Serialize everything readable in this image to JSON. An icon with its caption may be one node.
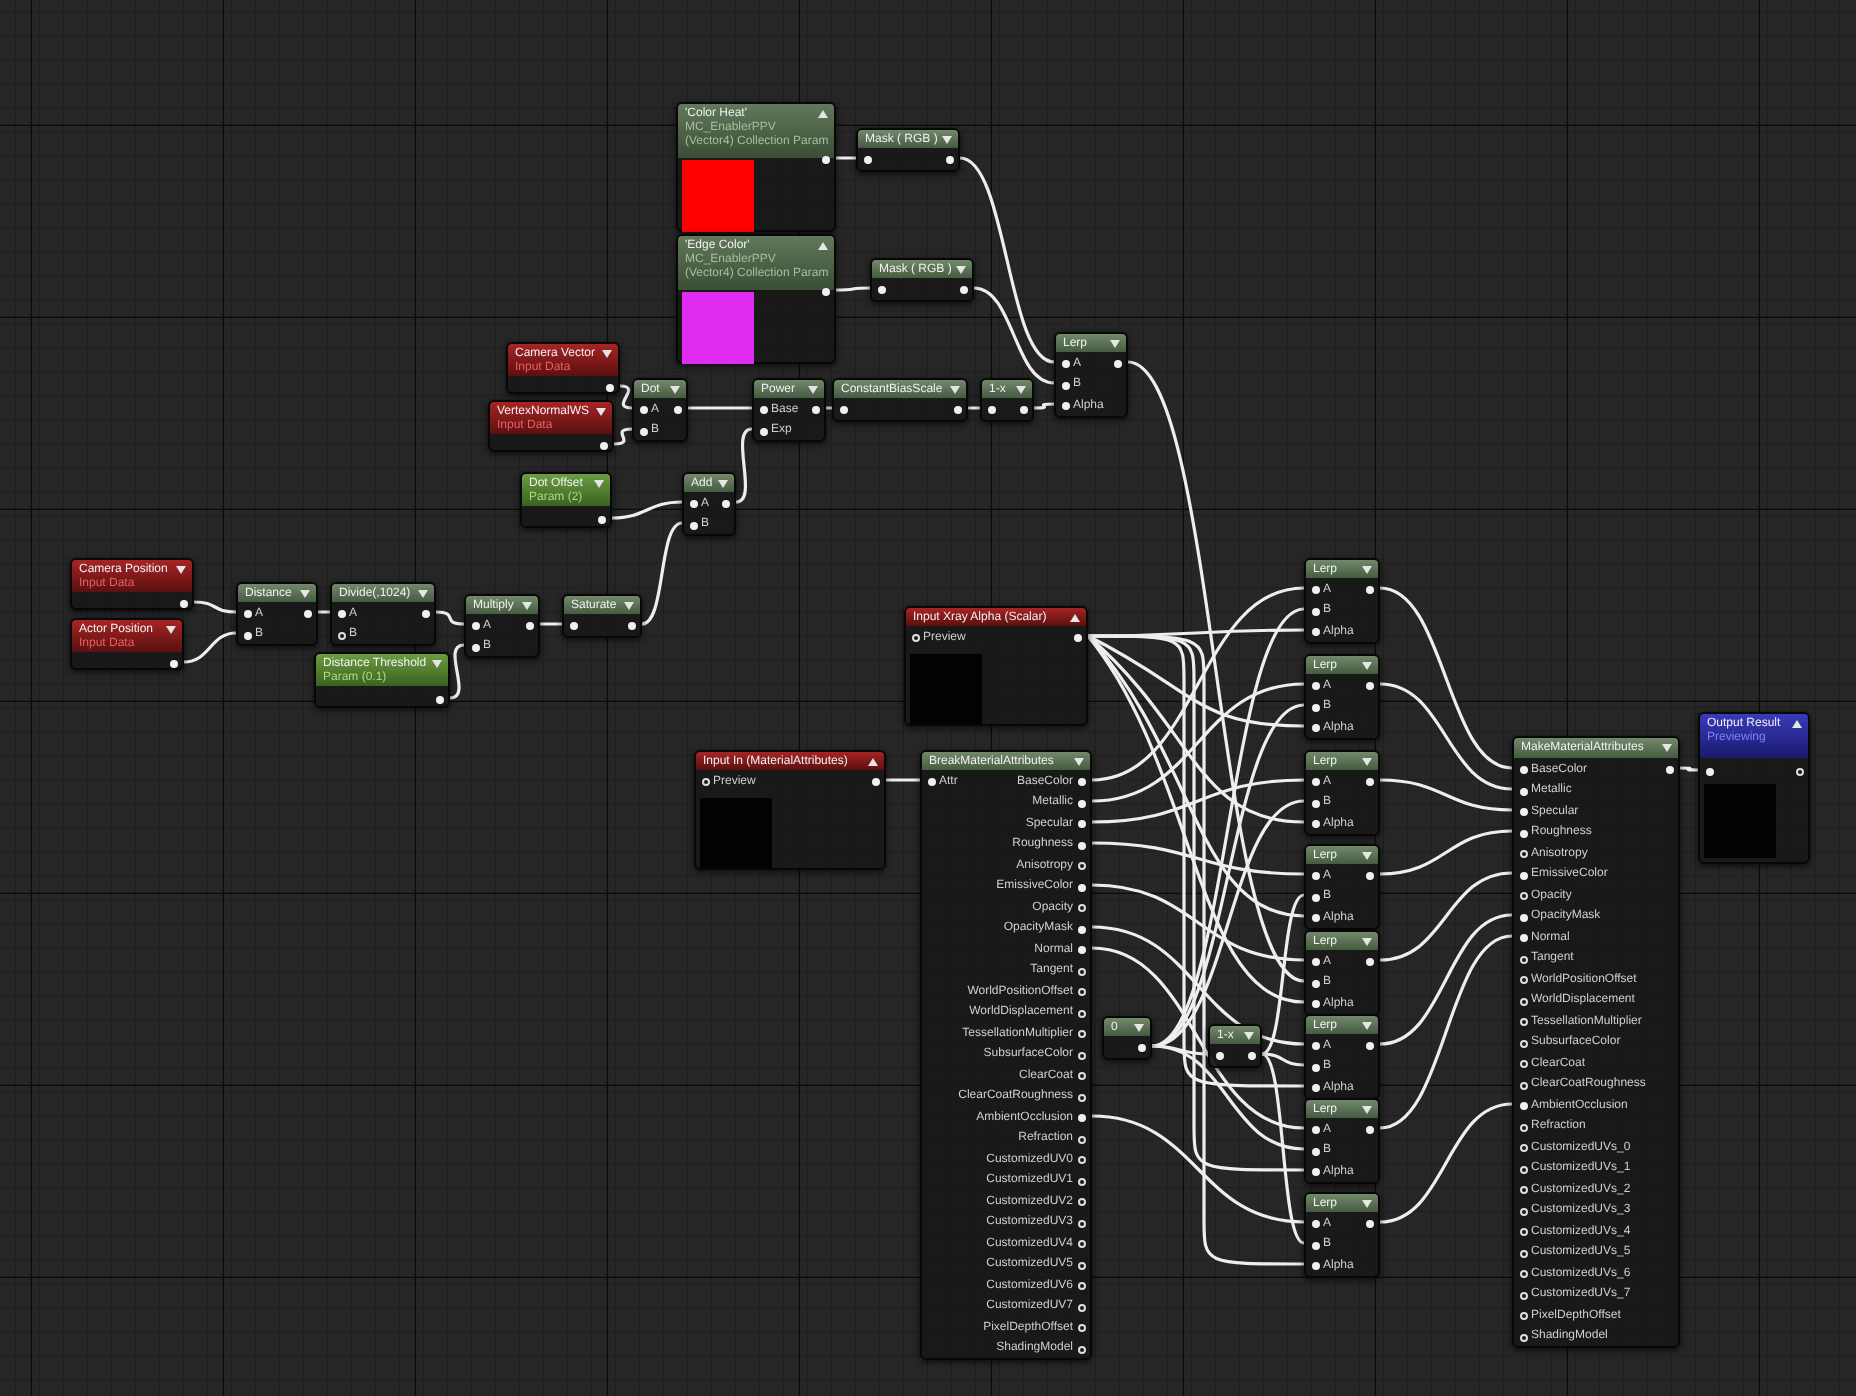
{
  "diagram": {
    "nodes": [
      {
        "text": [
          "'Color Heat'",
          "MC_EnablerPPV",
          "(Vector4) Collection Param"
        ]
      },
      {
        "text": [
          "'Edge Color'",
          "MC_EnablerPPV",
          "(Vector4) Collection Param"
        ]
      },
      {
        "text": [
          "Mask ( RGB )"
        ]
      },
      {
        "text": [
          "Mask ( RGB )"
        ]
      },
      {
        "text": [
          "Camera Vector",
          "Input Data"
        ]
      },
      {
        "text": [
          "VertexNormalWS",
          "Input Data"
        ]
      },
      {
        "text": [
          "Dot",
          "A",
          "B"
        ]
      },
      {
        "text": [
          "Power",
          "Base",
          "Exp"
        ]
      },
      {
        "text": [
          "ConstantBiasScale"
        ]
      },
      {
        "text": [
          "1-x"
        ]
      },
      {
        "text": [
          "Lerp",
          "A",
          "B",
          "Alpha"
        ]
      },
      {
        "text": [
          "Dot Offset",
          "Param (2)"
        ]
      },
      {
        "text": [
          "Add",
          "A",
          "B"
        ]
      },
      {
        "text": [
          "Camera Position",
          "Input Data"
        ]
      },
      {
        "text": [
          "Actor Position",
          "Input Data"
        ]
      },
      {
        "text": [
          "Distance",
          "A",
          "B"
        ]
      },
      {
        "text": [
          "Divide(,1024)",
          "A",
          "B"
        ]
      },
      {
        "text": [
          "Multiply",
          "A",
          "B"
        ]
      },
      {
        "text": [
          "Distance Threshold",
          "Param (0.1)"
        ]
      },
      {
        "text": [
          "Saturate"
        ]
      },
      {
        "text": [
          "Input Xray Alpha (Scalar)",
          "Preview"
        ]
      },
      {
        "text": [
          "Input In (MaterialAttributes)",
          "Preview"
        ]
      },
      {
        "text": [
          "BreakMaterialAttributes",
          "Attr",
          "BaseColor",
          "Metallic",
          "Specular",
          "Roughness",
          "Anisotropy",
          "EmissiveColor",
          "Opacity",
          "OpacityMask",
          "Normal",
          "Tangent",
          "WorldPositionOffset",
          "WorldDisplacement",
          "TessellationMultiplier",
          "SubsurfaceColor",
          "ClearCoat",
          "ClearCoatRoughness",
          "AmbientOcclusion",
          "Refraction",
          "CustomizedUV0",
          "CustomizedUV1",
          "CustomizedUV2",
          "CustomizedUV3",
          "CustomizedUV4",
          "CustomizedUV5",
          "CustomizedUV6",
          "CustomizedUV7",
          "PixelDepthOffset",
          "ShadingModel"
        ]
      },
      {
        "text": [
          "0"
        ]
      },
      {
        "text": [
          "1-x"
        ]
      },
      {
        "text": [
          "Lerp",
          "A",
          "B",
          "Alpha"
        ]
      },
      {
        "text": [
          "Lerp",
          "A",
          "B",
          "Alpha"
        ]
      },
      {
        "text": [
          "Lerp",
          "A",
          "B",
          "Alpha"
        ]
      },
      {
        "text": [
          "Lerp",
          "A",
          "B",
          "Alpha"
        ]
      },
      {
        "text": [
          "Lerp",
          "A",
          "B",
          "Alpha"
        ]
      },
      {
        "text": [
          "Lerp",
          "A",
          "B",
          "Alpha"
        ]
      },
      {
        "text": [
          "Lerp",
          "A",
          "B",
          "Alpha"
        ]
      },
      {
        "text": [
          "Lerp",
          "A",
          "B",
          "Alpha"
        ]
      },
      {
        "text": [
          "MakeMaterialAttributes",
          "BaseColor",
          "Metallic",
          "Specular",
          "Roughness",
          "Anisotropy",
          "EmissiveColor",
          "Opacity",
          "OpacityMask",
          "Normal",
          "Tangent",
          "WorldPositionOffset",
          "WorldDisplacement",
          "TessellationMultiplier",
          "SubsurfaceColor",
          "ClearCoat",
          "ClearCoatRoughness",
          "AmbientOcclusion",
          "Refraction",
          "CustomizedUVs_0",
          "CustomizedUVs_1",
          "CustomizedUVs_2",
          "CustomizedUVs_3",
          "CustomizedUVs_4",
          "CustomizedUVs_5",
          "CustomizedUVs_6",
          "CustomizedUVs_7",
          "PixelDepthOffset",
          "ShadingModel"
        ]
      },
      {
        "text": [
          "Output Result",
          "Previewing"
        ]
      }
    ],
    "edges": [
      {
        "from": 0,
        "to": 2,
        "arrow": "none"
      },
      {
        "from": 1,
        "to": 3,
        "arrow": "none"
      },
      {
        "from": 2,
        "to": 10,
        "arrow": "none"
      },
      {
        "from": 3,
        "to": 10,
        "arrow": "none"
      },
      {
        "from": 4,
        "to": 6,
        "arrow": "none"
      },
      {
        "from": 5,
        "to": 6,
        "arrow": "none"
      },
      {
        "from": 6,
        "to": 7,
        "arrow": "none"
      },
      {
        "from": 7,
        "to": 8,
        "arrow": "none"
      },
      {
        "from": 8,
        "to": 9,
        "arrow": "none"
      },
      {
        "from": 9,
        "to": 10,
        "arrow": "none"
      },
      {
        "from": 11,
        "to": 12,
        "arrow": "none"
      },
      {
        "from": 19,
        "to": 12,
        "arrow": "none"
      },
      {
        "from": 12,
        "to": 7,
        "arrow": "none"
      },
      {
        "from": 13,
        "to": 15,
        "arrow": "none"
      },
      {
        "from": 14,
        "to": 15,
        "arrow": "none"
      },
      {
        "from": 15,
        "to": 16,
        "arrow": "none"
      },
      {
        "from": 16,
        "to": 17,
        "arrow": "none"
      },
      {
        "from": 18,
        "to": 17,
        "arrow": "none"
      },
      {
        "from": 17,
        "to": 19,
        "arrow": "none"
      },
      {
        "from": 21,
        "to": 22,
        "arrow": "none"
      },
      {
        "from": 23,
        "to": 24,
        "arrow": "none"
      },
      {
        "from": 22,
        "to": 25,
        "arrow": "none"
      },
      {
        "from": 22,
        "to": 26,
        "arrow": "none"
      },
      {
        "from": 22,
        "to": 27,
        "arrow": "none"
      },
      {
        "from": 22,
        "to": 28,
        "arrow": "none"
      },
      {
        "from": 22,
        "to": 29,
        "arrow": "none"
      },
      {
        "from": 22,
        "to": 30,
        "arrow": "none"
      },
      {
        "from": 22,
        "to": 31,
        "arrow": "none"
      },
      {
        "from": 22,
        "to": 32,
        "arrow": "none"
      },
      {
        "from": 20,
        "to": 25,
        "arrow": "none"
      },
      {
        "from": 20,
        "to": 26,
        "arrow": "none"
      },
      {
        "from": 20,
        "to": 27,
        "arrow": "none"
      },
      {
        "from": 20,
        "to": 28,
        "arrow": "none"
      },
      {
        "from": 20,
        "to": 29,
        "arrow": "none"
      },
      {
        "from": 20,
        "to": 30,
        "arrow": "none"
      },
      {
        "from": 20,
        "to": 31,
        "arrow": "none"
      },
      {
        "from": 20,
        "to": 32,
        "arrow": "none"
      },
      {
        "from": 23,
        "to": 25,
        "arrow": "none"
      },
      {
        "from": 23,
        "to": 26,
        "arrow": "none"
      },
      {
        "from": 23,
        "to": 27,
        "arrow": "none"
      },
      {
        "from": 24,
        "to": 28,
        "arrow": "none"
      },
      {
        "from": 10,
        "to": 29,
        "arrow": "none"
      },
      {
        "from": 24,
        "to": 30,
        "arrow": "none"
      },
      {
        "from": 23,
        "to": 31,
        "arrow": "none"
      },
      {
        "from": 24,
        "to": 32,
        "arrow": "none"
      },
      {
        "from": 25,
        "to": 33,
        "arrow": "none"
      },
      {
        "from": 26,
        "to": 33,
        "arrow": "none"
      },
      {
        "from": 27,
        "to": 33,
        "arrow": "none"
      },
      {
        "from": 28,
        "to": 33,
        "arrow": "none"
      },
      {
        "from": 29,
        "to": 33,
        "arrow": "none"
      },
      {
        "from": 30,
        "to": 33,
        "arrow": "none"
      },
      {
        "from": 31,
        "to": 33,
        "arrow": "none"
      },
      {
        "from": 32,
        "to": 33,
        "arrow": "none"
      },
      {
        "from": 33,
        "to": 34,
        "arrow": "none"
      }
    ]
  }
}
